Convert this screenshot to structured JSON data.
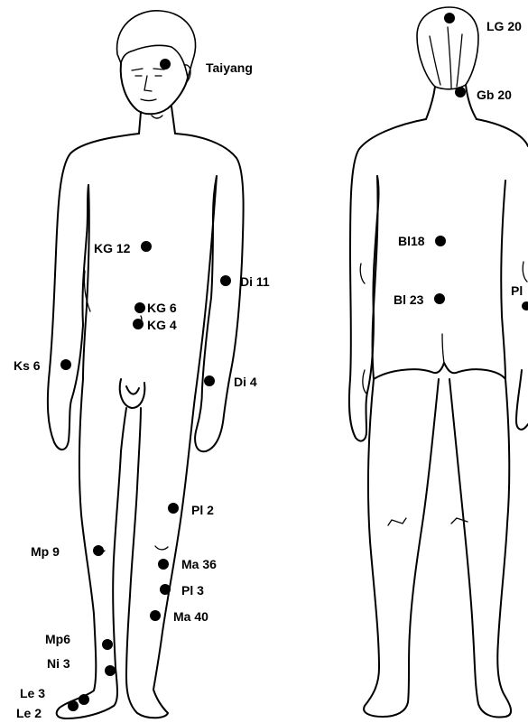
{
  "front_view": {
    "points": [
      {
        "id": "taiyang",
        "label": "Taiyang"
      },
      {
        "id": "kg12",
        "label": "KG 12"
      },
      {
        "id": "di11",
        "label": "Di 11"
      },
      {
        "id": "kg6",
        "label": "KG 6"
      },
      {
        "id": "kg4",
        "label": "KG 4"
      },
      {
        "id": "ks6",
        "label": "Ks 6"
      },
      {
        "id": "di4",
        "label": "Di 4"
      },
      {
        "id": "pl2",
        "label": "Pl 2"
      },
      {
        "id": "mp9",
        "label": "Mp 9"
      },
      {
        "id": "ma36",
        "label": "Ma 36"
      },
      {
        "id": "pl3",
        "label": "Pl 3"
      },
      {
        "id": "ma40",
        "label": "Ma 40"
      },
      {
        "id": "mp6",
        "label": "Mp6"
      },
      {
        "id": "ni3",
        "label": "Ni 3"
      },
      {
        "id": "le3",
        "label": "Le 3"
      },
      {
        "id": "le2",
        "label": "Le 2"
      }
    ]
  },
  "back_view": {
    "points": [
      {
        "id": "lg20",
        "label": "LG 20"
      },
      {
        "id": "gb20",
        "label": "Gb 20"
      },
      {
        "id": "bl18",
        "label": "Bl18"
      },
      {
        "id": "bl23",
        "label": "Bl 23"
      },
      {
        "id": "pl_back",
        "label": "Pl"
      }
    ]
  }
}
